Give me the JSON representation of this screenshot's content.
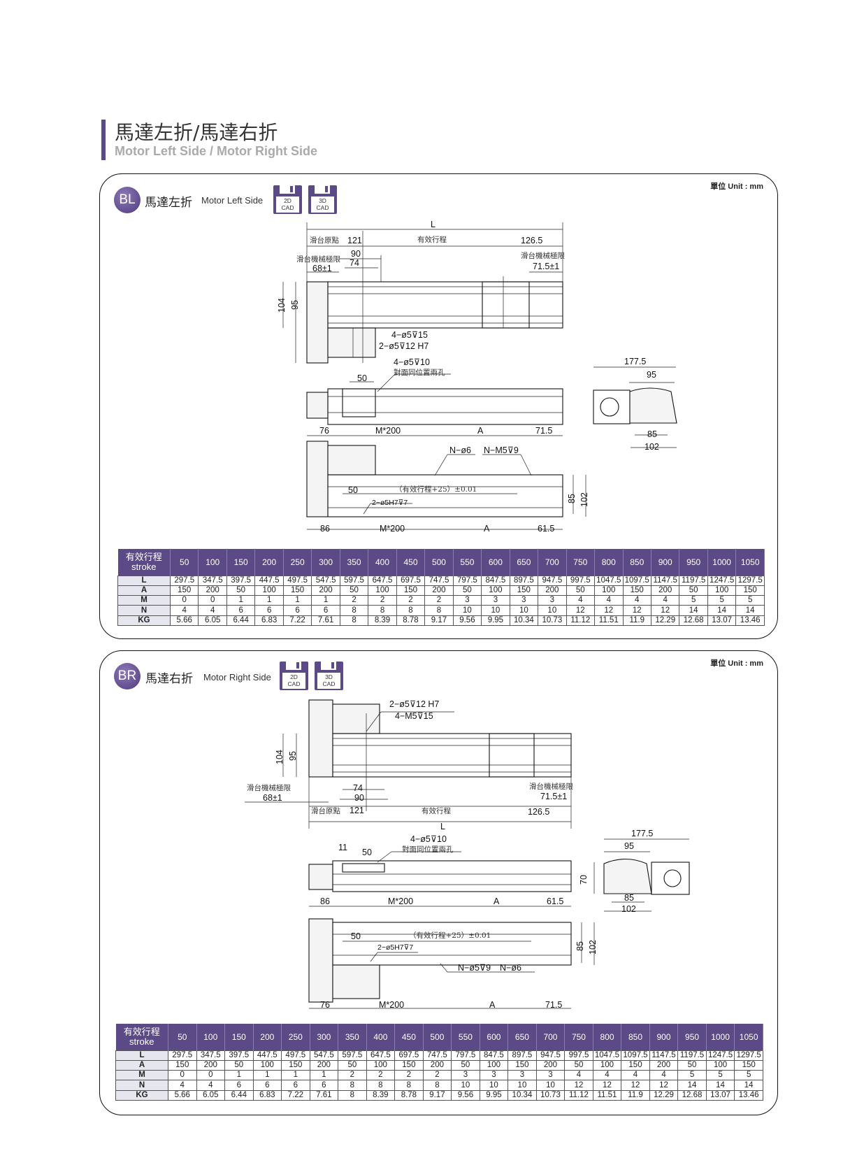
{
  "header": {
    "title_zh": "馬達左折/馬達右折",
    "title_en": "Motor Left Side / Motor Right Side"
  },
  "panels": [
    {
      "badge": "BL",
      "title_zh": "馬達左折",
      "title_en": "Motor Left Side",
      "unit": "單位 Unit : mm",
      "cad": [
        {
          "top": "2D",
          "bottom": "CAD"
        },
        {
          "top": "3D",
          "bottom": "CAD"
        }
      ],
      "labels": {
        "L": "L",
        "origin": "滑台原點",
        "d121": "121",
        "stroke": "有效行程",
        "d126": "126.5",
        "limit_left": "滑台機械極限",
        "limit_right": "滑台機械極限",
        "d90": "90",
        "d74": "74",
        "d68": "68±1",
        "d71": "71.5±1",
        "d104": "104",
        "d95": "95",
        "hole1": "4−ø5⊽15",
        "hole2": "2−ø5⊽12  H7",
        "hole3": "4−ø5⊽10",
        "both_sides": "對面同位置兩孔",
        "s50": "50",
        "b76": "76",
        "bM1": "M*200",
        "bA1": "A",
        "b715": "71.5",
        "nhole1": "N−ø6",
        "nhole2": "N−M5⊽9",
        "b50": "50",
        "tol": "（有效行程+25）±0.01",
        "pin": "2−ø5H7⊽7",
        "b85": "85",
        "b102": "102",
        "b86": "86",
        "bM2": "M*200",
        "bA2": "A",
        "b615": "61.5",
        "e1775": "177.5",
        "e95": "95",
        "e85": "85",
        "e102": "102"
      }
    },
    {
      "badge": "BR",
      "title_zh": "馬達右折",
      "title_en": "Motor Right Side",
      "unit": "單位 Unit : mm",
      "cad": [
        {
          "top": "2D",
          "bottom": "CAD"
        },
        {
          "top": "3D",
          "bottom": "CAD"
        }
      ],
      "labels": {
        "hole2": "2−ø5⊽12  H7",
        "hole1": "4−M5⊽15",
        "d104": "104",
        "d95": "95",
        "limit_left": "滑台機械極限",
        "d68": "68±1",
        "d74": "74",
        "d90": "90",
        "origin": "滑台原點",
        "d121": "121",
        "stroke": "有效行程",
        "d126": "126.5",
        "limit_right": "滑台機械極限",
        "d71": "71.5±1",
        "L": "L",
        "hole3": "4−ø5⊽10",
        "both_sides": "對面同位置兩孔",
        "s11": "11",
        "s50": "50",
        "s70": "70",
        "e1775": "177.5",
        "e95": "95",
        "e85": "85",
        "e102": "102",
        "b86": "86",
        "bM1": "M*200",
        "bA1": "A",
        "b615": "61.5",
        "b50": "50",
        "tol": "（有效行程+25）±0.01",
        "pin": "2−ø5H7⊽7",
        "b85": "85",
        "b102": "102",
        "nhole1": "N−ø5⊽9",
        "nhole2": "N−ø6",
        "b76": "76",
        "bM2": "M*200",
        "bA2": "A",
        "b715": "71.5"
      }
    }
  ],
  "spec_table": {
    "header_zh": "有效行程",
    "header_en": "stroke",
    "strokes": [
      "50",
      "100",
      "150",
      "200",
      "250",
      "300",
      "350",
      "400",
      "450",
      "500",
      "550",
      "600",
      "650",
      "700",
      "750",
      "800",
      "850",
      "900",
      "950",
      "1000",
      "1050"
    ],
    "rows": [
      {
        "label": "L",
        "values": [
          "297.5",
          "347.5",
          "397.5",
          "447.5",
          "497.5",
          "547.5",
          "597.5",
          "647.5",
          "697.5",
          "747.5",
          "797.5",
          "847.5",
          "897.5",
          "947.5",
          "997.5",
          "1047.5",
          "1097.5",
          "1147.5",
          "1197.5",
          "1247.5",
          "1297.5"
        ]
      },
      {
        "label": "A",
        "values": [
          "150",
          "200",
          "50",
          "100",
          "150",
          "200",
          "50",
          "100",
          "150",
          "200",
          "50",
          "100",
          "150",
          "200",
          "50",
          "100",
          "150",
          "200",
          "50",
          "100",
          "150"
        ]
      },
      {
        "label": "M",
        "values": [
          "0",
          "0",
          "1",
          "1",
          "1",
          "1",
          "2",
          "2",
          "2",
          "2",
          "3",
          "3",
          "3",
          "3",
          "4",
          "4",
          "4",
          "4",
          "5",
          "5",
          "5"
        ]
      },
      {
        "label": "N",
        "values": [
          "4",
          "4",
          "6",
          "6",
          "6",
          "6",
          "8",
          "8",
          "8",
          "8",
          "10",
          "10",
          "10",
          "10",
          "12",
          "12",
          "12",
          "12",
          "14",
          "14",
          "14"
        ]
      },
      {
        "label": "KG",
        "values": [
          "5.66",
          "6.05",
          "6.44",
          "6.83",
          "7.22",
          "7.61",
          "8",
          "8.39",
          "8.78",
          "9.17",
          "9.56",
          "9.95",
          "10.34",
          "10.73",
          "11.12",
          "11.51",
          "11.9",
          "12.29",
          "12.68",
          "13.07",
          "13.46"
        ]
      }
    ]
  },
  "colors": {
    "accent": "#5b4a86",
    "row_label_bg": "#e6e6ef"
  }
}
